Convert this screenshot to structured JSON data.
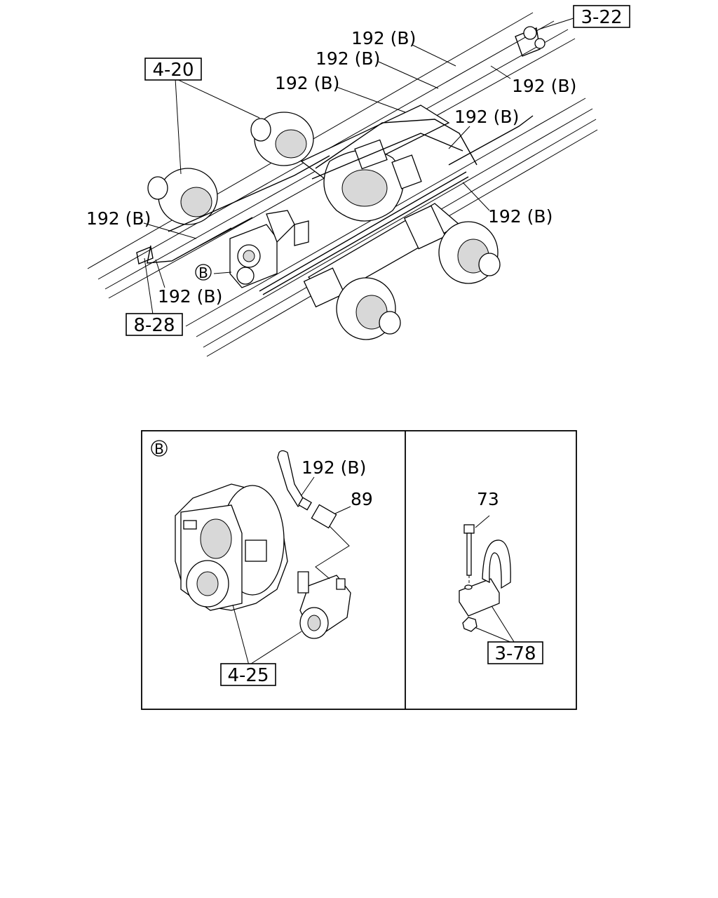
{
  "labels": {
    "hose_1": "192 (B)",
    "hose_2": "192 (B)",
    "hose_3": "192 (B)",
    "hose_4": "192 (B)",
    "hose_5": "192 (B)",
    "hose_6": "192 (B)",
    "hose_7": "192 (B)",
    "hose_8": "192 (B)",
    "detail_hose": "192 (B)",
    "connector": "89",
    "bolt": "73"
  },
  "refs": {
    "top_right": "3-22",
    "hubs": "4-20",
    "frame_clip": "8-28",
    "detail_housing": "4-25",
    "detail_bracket": "3-78"
  },
  "callout": {
    "marker": "B",
    "detail_marker": "B"
  }
}
